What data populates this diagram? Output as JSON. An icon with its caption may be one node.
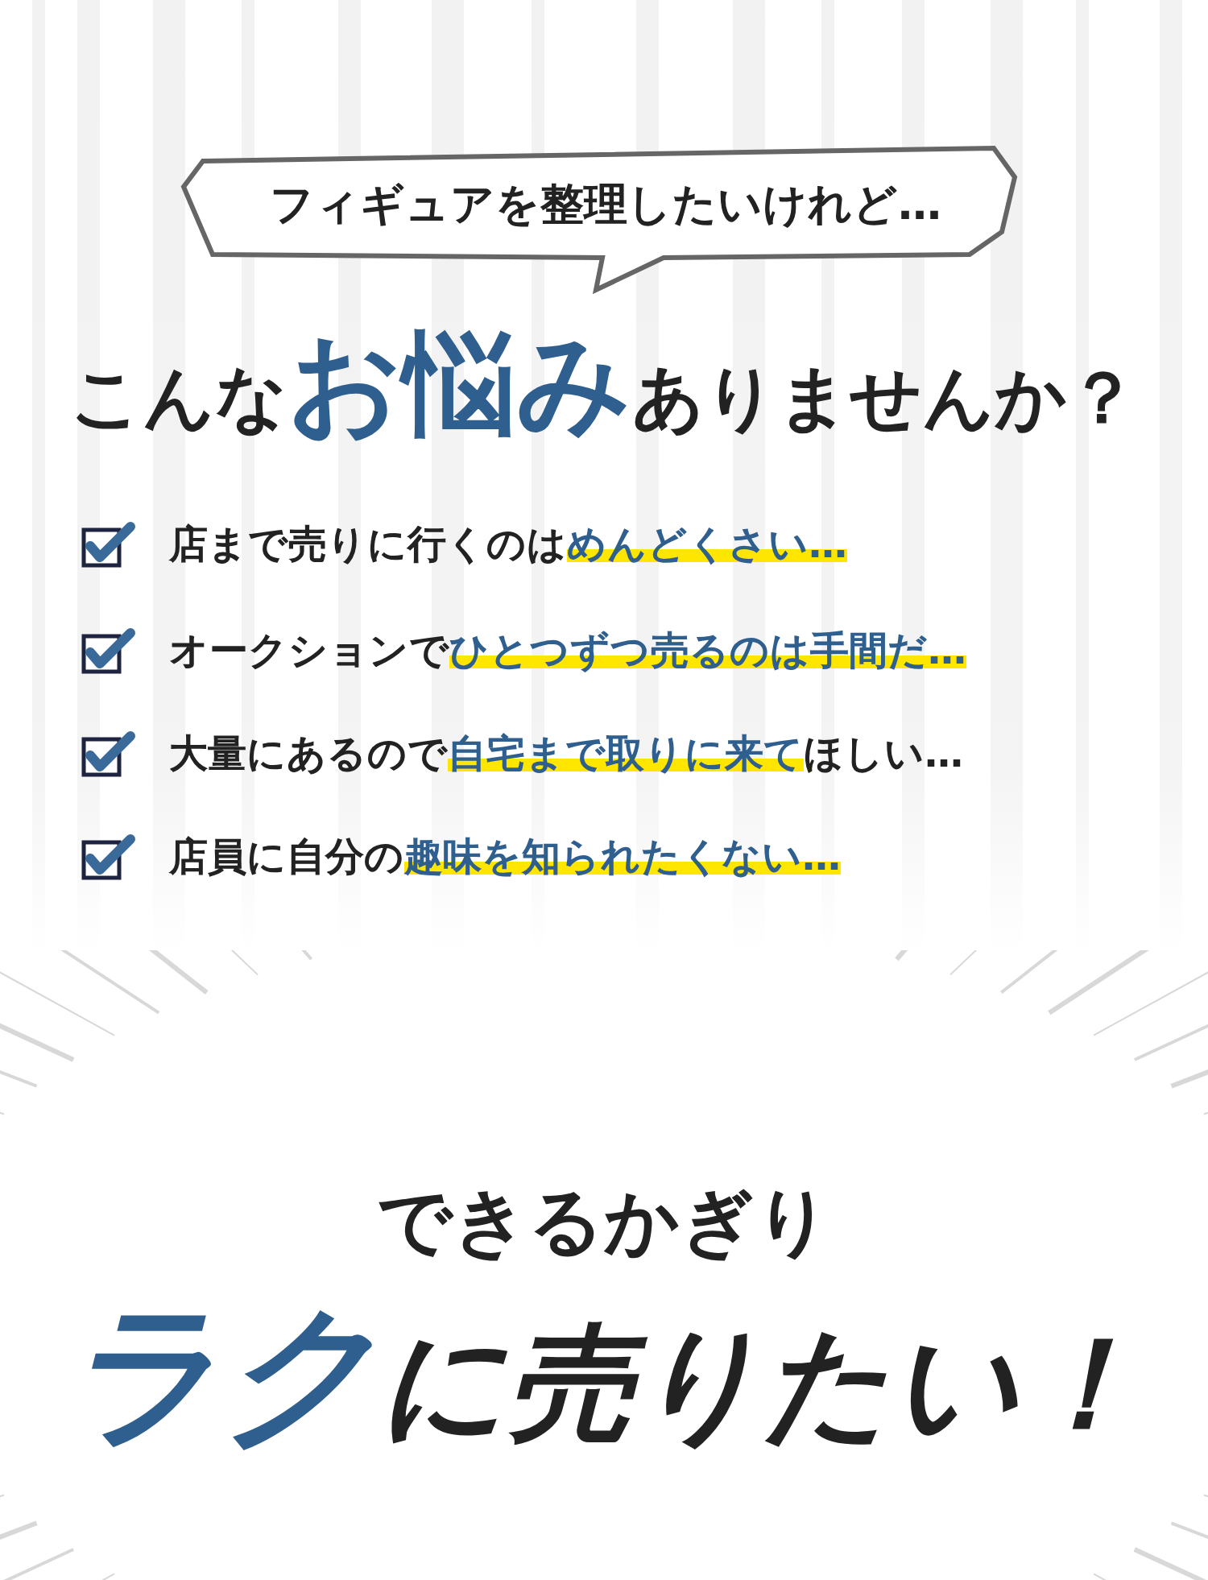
{
  "diagram": {
    "title": "こんな**お悩み**ありませんか？",
    "nodes": [
      {
        "text": [
          "フィギュアを整理したいけれど…"
        ]
      }
    ],
    "labels": [
      "店まで売りに行くのは**めんどくさい…**",
      "オークションで**ひとつずつ売るのは手間だ…**",
      "大量にあるので**自宅まで取りに来て**ほしい…",
      "店員に自分の**趣味を知られたくない…**",
      "できるかぎり",
      "**ラク**に売りたい！"
    ]
  }
}
